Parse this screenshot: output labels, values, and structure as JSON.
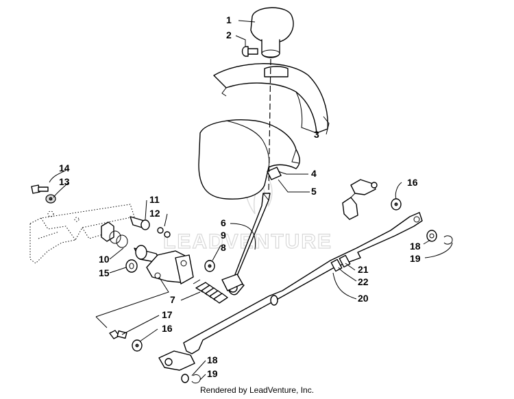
{
  "watermark": "LEADVENTURE",
  "footer": "Rendered by LeadVenture, Inc.",
  "callouts": [
    {
      "id": "c1",
      "label": "1"
    },
    {
      "id": "c2",
      "label": "2"
    },
    {
      "id": "c3",
      "label": "3"
    },
    {
      "id": "c4",
      "label": "4"
    },
    {
      "id": "c5",
      "label": "5"
    },
    {
      "id": "c6",
      "label": "6"
    },
    {
      "id": "c9",
      "label": "9"
    },
    {
      "id": "c8",
      "label": "8"
    },
    {
      "id": "c7",
      "label": "7"
    },
    {
      "id": "c14",
      "label": "14"
    },
    {
      "id": "c13",
      "label": "13"
    },
    {
      "id": "c11",
      "label": "11"
    },
    {
      "id": "c12",
      "label": "12"
    },
    {
      "id": "c10",
      "label": "10"
    },
    {
      "id": "c15",
      "label": "15"
    },
    {
      "id": "c16a",
      "label": "16"
    },
    {
      "id": "c18a",
      "label": "18"
    },
    {
      "id": "c19a",
      "label": "19"
    },
    {
      "id": "c21",
      "label": "21"
    },
    {
      "id": "c22",
      "label": "22"
    },
    {
      "id": "c20",
      "label": "20"
    },
    {
      "id": "c17",
      "label": "17"
    },
    {
      "id": "c16b",
      "label": "16"
    },
    {
      "id": "c18b",
      "label": "18"
    },
    {
      "id": "c19b",
      "label": "19"
    }
  ]
}
